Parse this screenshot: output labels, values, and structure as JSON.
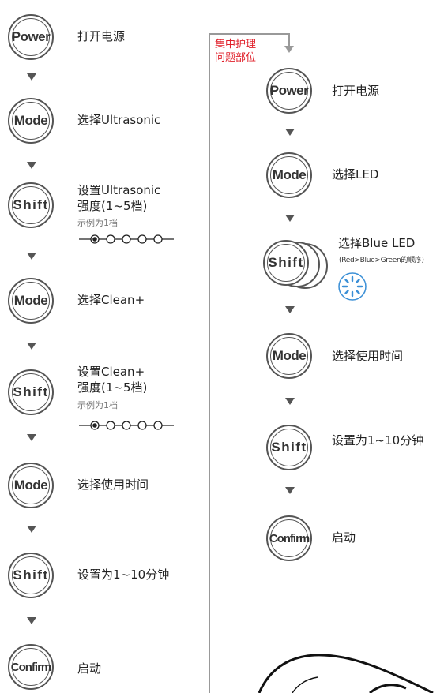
{
  "left_steps": [
    {
      "button": "Power",
      "label": "打开电源"
    },
    {
      "button": "Mode",
      "label": "选择Ultrasonic"
    },
    {
      "button": "Shift",
      "label_line1": "设置Ultrasonic",
      "label_line2": "强度(1~5档)",
      "note": "示例为1档"
    },
    {
      "button": "Mode",
      "label": "选择Clean+"
    },
    {
      "button": "Shift",
      "label_line1": "设置Clean+",
      "label_line2": "强度(1~5档)",
      "note": "示例为1档"
    },
    {
      "button": "Mode",
      "label": "选择使用时间"
    },
    {
      "button": "Shift",
      "label": "设置为1~10分钟"
    },
    {
      "button": "Confirm",
      "label": "启动"
    }
  ],
  "focus_branch_label_line1": "集中护理",
  "focus_branch_label_line2": "问题部位",
  "right_steps": [
    {
      "button": "Power",
      "label": "打开电源"
    },
    {
      "button": "Mode",
      "label": "选择LED"
    },
    {
      "button": "Shift",
      "label": "选择Blue LED",
      "note": "(Red>Blue>Green的顺序)"
    },
    {
      "button": "Mode",
      "label": "选择使用时间"
    },
    {
      "button": "Shift",
      "label": "设置为1~10分钟"
    },
    {
      "button": "Confirm",
      "label": "启动"
    }
  ],
  "intensity_level_selected": 1,
  "intensity_levels_total": 5,
  "colors": {
    "stroke": "#555555",
    "highlight": "#e0202a",
    "led": "#3a8fd6"
  }
}
